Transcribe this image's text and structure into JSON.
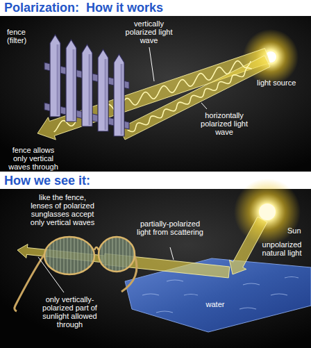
{
  "diagram": {
    "title": "Polarization:  How it works",
    "labels": [
      "How we see it:",
      "fence (filter)",
      "vertically polarized light wave",
      "light source",
      "horizontally polarized light wave",
      "fence allows only vertical waves through",
      "like the fence, lenses of polarized sunglasses accept only vertical waves",
      "partially-polarized light from scattering",
      "Sun",
      "unpolarized natural light",
      "water",
      "only vertically-polarized part of sunlight allowed through"
    ]
  }
}
